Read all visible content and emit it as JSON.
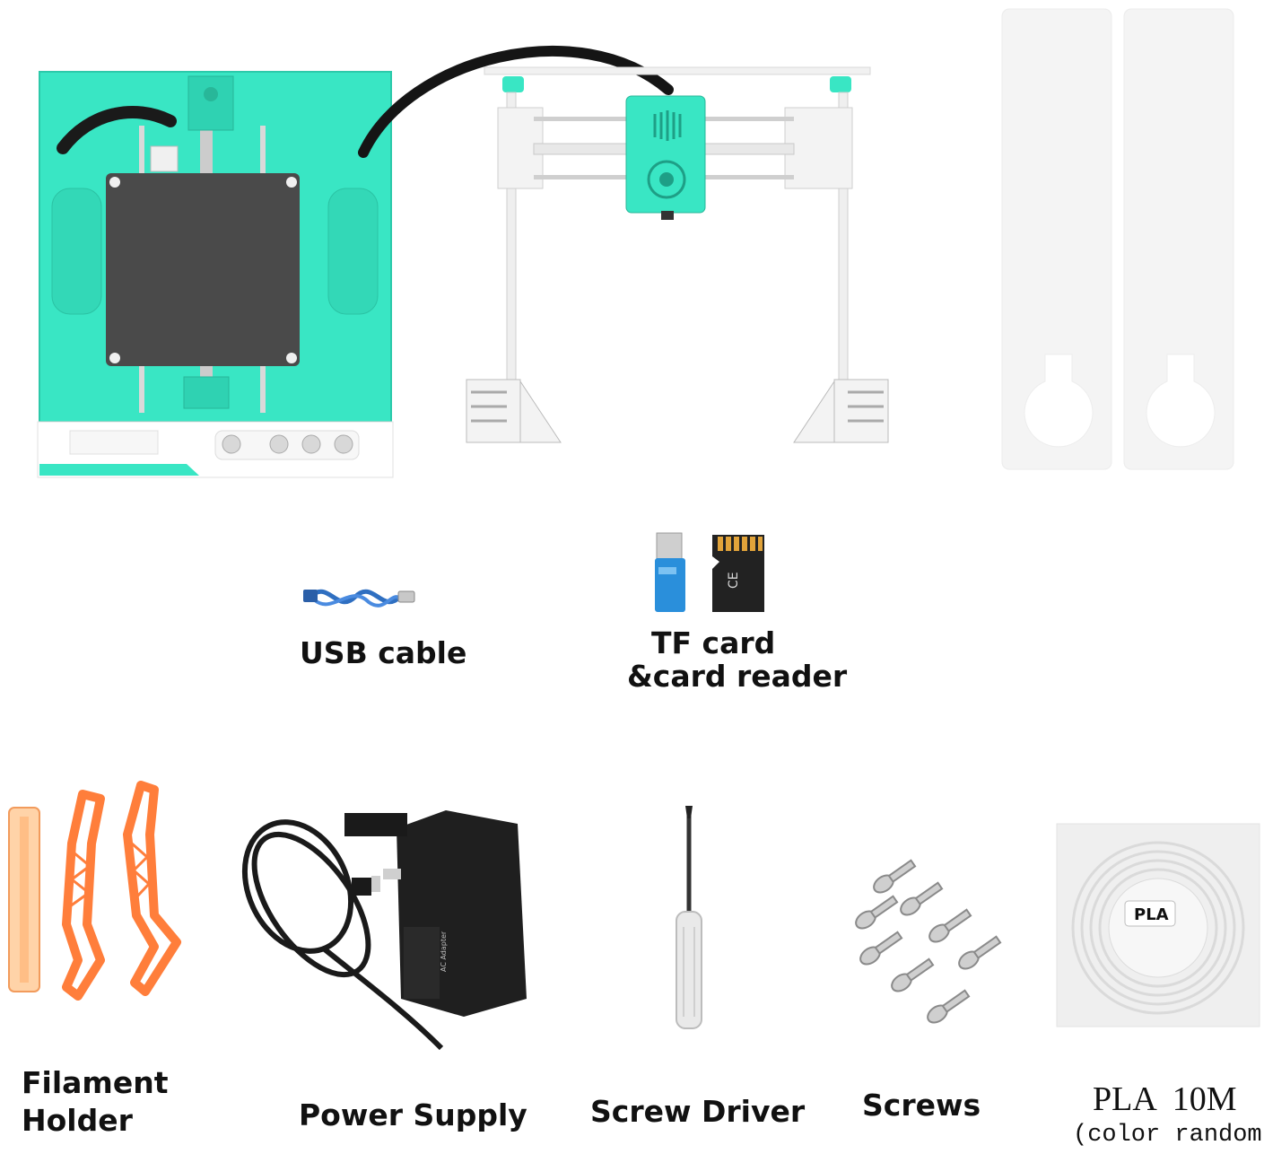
{
  "colors": {
    "printer_body": "#39e6c4",
    "bed": "#4a4a4a",
    "frame": "#f1f1f1",
    "filament_holder": "#ff8a4a",
    "adapter": "#1f1f1f"
  },
  "items": {
    "usb_cable": {
      "label": "USB cable"
    },
    "tf_card": {
      "label_line1": "TF card",
      "label_line2": "&card reader",
      "card_text": "CE"
    },
    "filament_holder": {
      "label_line1": "Filament",
      "label_line2": "Holder"
    },
    "power_supply": {
      "label": "Power Supply",
      "adapter_text": "AC Adapter"
    },
    "screw_driver": {
      "label": "Screw Driver"
    },
    "screws": {
      "label": "Screws"
    },
    "pla": {
      "label_line1": "PLA  10M",
      "label_line2": "(color random)",
      "tag": "PLA"
    }
  },
  "icons": [
    "printer-base",
    "printer-gantry",
    "side-panels",
    "usb-cable",
    "card-reader",
    "tf-card",
    "filament-holder",
    "power-adapter",
    "screwdriver",
    "screws",
    "pla-spool"
  ]
}
